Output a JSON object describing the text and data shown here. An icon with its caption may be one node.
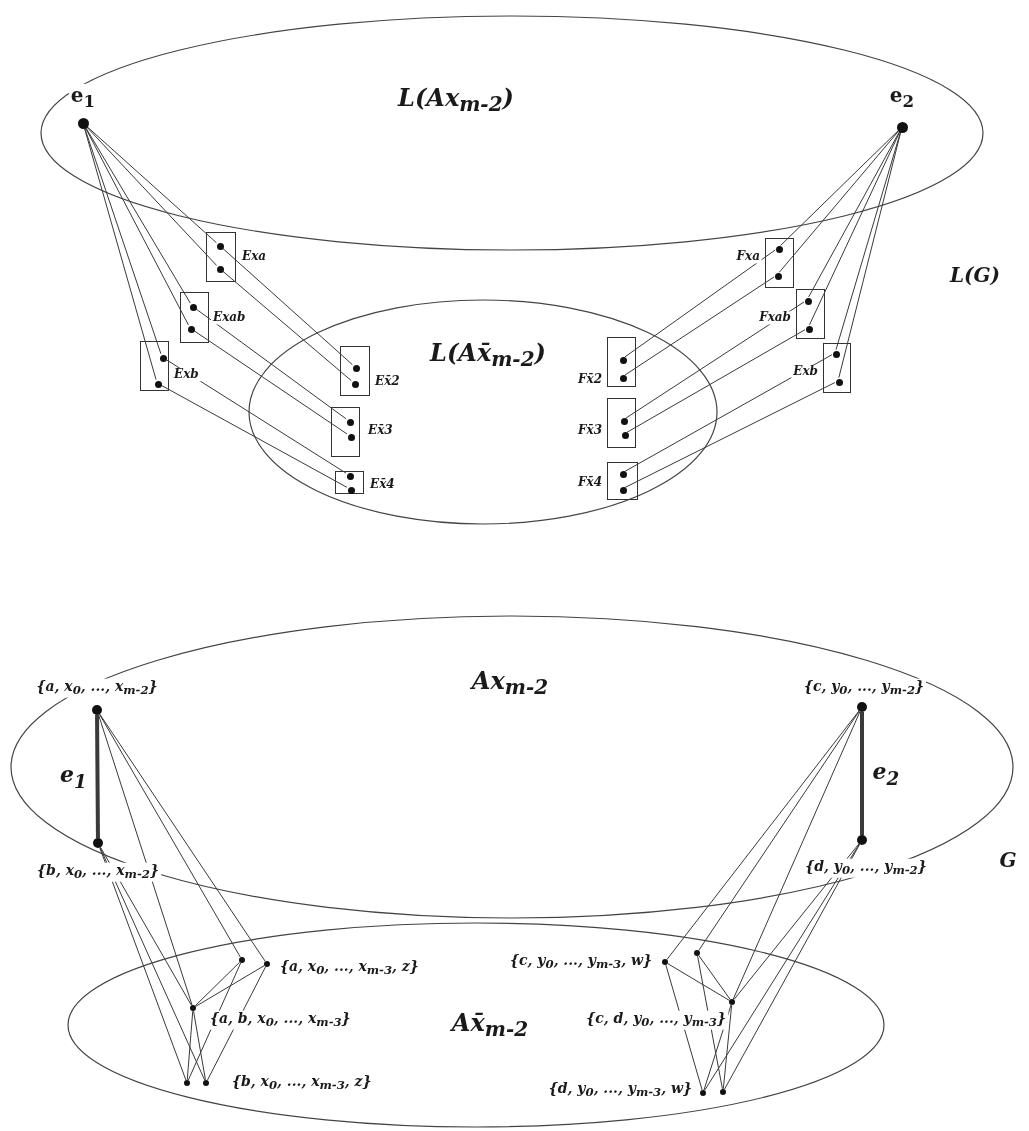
{
  "diagram": {
    "nodes": [
      {
        "text": [
          "L(Ax$_{m-2}$)"
        ]
      },
      {
        "text": [],
        "shape": "circle",
        "in": 0,
        "beside": [
          "e$_{1}$"
        ]
      },
      {
        "text": [],
        "shape": "circle",
        "in": 0,
        "beside": [
          "e$_{2}$"
        ]
      },
      {
        "text": [
          "Exa"
        ]
      },
      {
        "text": [],
        "shape": "circle",
        "in": 3
      },
      {
        "text": [],
        "shape": "circle",
        "in": 3
      },
      {
        "text": [
          "Exab"
        ]
      },
      {
        "text": [],
        "shape": "circle",
        "in": 6
      },
      {
        "text": [],
        "shape": "circle",
        "in": 6
      },
      {
        "text": [
          "Exb"
        ]
      },
      {
        "text": [],
        "shape": "circle",
        "in": 9
      },
      {
        "text": [],
        "shape": "circle",
        "in": 9
      },
      {
        "text": [
          "Fxa"
        ]
      },
      {
        "text": [],
        "shape": "circle",
        "in": 12
      },
      {
        "text": [],
        "shape": "circle",
        "in": 12
      },
      {
        "text": [
          "Fxab"
        ]
      },
      {
        "text": [],
        "shape": "circle",
        "in": 15
      },
      {
        "text": [],
        "shape": "circle",
        "in": 15
      },
      {
        "text": [
          "Exb"
        ]
      },
      {
        "text": [],
        "shape": "circle",
        "in": 18
      },
      {
        "text": [],
        "shape": "circle",
        "in": 18
      },
      {
        "text": [
          "L(Ax̄$_{m-2}$)"
        ]
      },
      {
        "text": [
          "Ex̄2"
        ],
        "in": 21
      },
      {
        "text": [],
        "shape": "circle",
        "in": 22
      },
      {
        "text": [],
        "shape": "circle",
        "in": 22
      },
      {
        "text": [
          "Ex̄3"
        ],
        "in": 21
      },
      {
        "text": [],
        "shape": "circle",
        "in": 25
      },
      {
        "text": [],
        "shape": "circle",
        "in": 25
      },
      {
        "text": [
          "Ex̄4"
        ],
        "in": 21
      },
      {
        "text": [],
        "shape": "circle",
        "in": 28
      },
      {
        "text": [],
        "shape": "circle",
        "in": 28
      },
      {
        "text": [
          "Fx̄2"
        ],
        "in": 21
      },
      {
        "text": [],
        "shape": "circle",
        "in": 31
      },
      {
        "text": [],
        "shape": "circle",
        "in": 31
      },
      {
        "text": [
          "Fx̄3"
        ],
        "in": 21
      },
      {
        "text": [],
        "shape": "circle",
        "in": 34
      },
      {
        "text": [],
        "shape": "circle",
        "in": 34
      },
      {
        "text": [
          "Fx̄4"
        ],
        "in": 21
      },
      {
        "text": [],
        "shape": "circle",
        "in": 37
      },
      {
        "text": [],
        "shape": "circle",
        "in": 37
      },
      {
        "text": [
          "Ax$_{m-2}$"
        ]
      },
      {
        "text": [],
        "shape": "circle",
        "in": 40,
        "beside": [
          "{a, x$_{0}$, ..., x$_{m-2}$}"
        ]
      },
      {
        "text": [],
        "shape": "circle",
        "in": 40,
        "beside": [
          "{b, x$_{0}$, ..., x$_{m-2}$}"
        ]
      },
      {
        "text": [],
        "shape": "circle",
        "in": 40,
        "beside": [
          "{c, y$_{0}$, ..., y$_{m-2}$}"
        ]
      },
      {
        "text": [],
        "shape": "circle",
        "in": 40,
        "beside": [
          "{d, y$_{0}$, ..., y$_{m-2}$}"
        ]
      },
      {
        "text": [
          "Ax̄$_{m-2}$"
        ]
      },
      {
        "text": [],
        "shape": "circle",
        "in": 45
      },
      {
        "text": [],
        "shape": "circle",
        "in": 45,
        "beside": [
          "{a, x$_{0}$, ..., x$_{m-3}$, z}"
        ]
      },
      {
        "text": [],
        "shape": "circle",
        "in": 45,
        "beside": [
          "{a, b, x$_{0}$, ..., x$_{m-3}$}"
        ]
      },
      {
        "text": [],
        "shape": "circle",
        "in": 45
      },
      {
        "text": [],
        "shape": "circle",
        "in": 45,
        "beside": [
          "{b, x$_{0}$, ..., x$_{m-3}$, z}"
        ]
      },
      {
        "text": [],
        "shape": "circle",
        "in": 45,
        "beside": [
          "{c, y$_{0}$, ..., y$_{m-3}$, w}"
        ]
      },
      {
        "text": [],
        "shape": "circle",
        "in": 45
      },
      {
        "text": [],
        "shape": "circle",
        "in": 45,
        "beside": [
          "{c, d, y$_{0}$, ..., y$_{m-3}$}"
        ]
      },
      {
        "text": [],
        "shape": "circle",
        "in": 45,
        "beside": [
          "{d, y$_{0}$, ..., y$_{m-3}$, w}"
        ]
      },
      {
        "text": [],
        "shape": "circle",
        "in": 45
      }
    ],
    "edges": [
      {
        "from": 1,
        "to": 4,
        "arrow": "none"
      },
      {
        "from": 1,
        "to": 5,
        "arrow": "none"
      },
      {
        "from": 1,
        "to": 7,
        "arrow": "none"
      },
      {
        "from": 1,
        "to": 8,
        "arrow": "none"
      },
      {
        "from": 1,
        "to": 10,
        "arrow": "none"
      },
      {
        "from": 1,
        "to": 11,
        "arrow": "none"
      },
      {
        "from": 4,
        "to": 23,
        "arrow": "none"
      },
      {
        "from": 5,
        "to": 24,
        "arrow": "none"
      },
      {
        "from": 7,
        "to": 26,
        "arrow": "none"
      },
      {
        "from": 8,
        "to": 27,
        "arrow": "none"
      },
      {
        "from": 10,
        "to": 29,
        "arrow": "none"
      },
      {
        "from": 11,
        "to": 30,
        "arrow": "none"
      },
      {
        "from": 2,
        "to": 13,
        "arrow": "none"
      },
      {
        "from": 2,
        "to": 14,
        "arrow": "none"
      },
      {
        "from": 2,
        "to": 16,
        "arrow": "none"
      },
      {
        "from": 2,
        "to": 17,
        "arrow": "none"
      },
      {
        "from": 2,
        "to": 19,
        "arrow": "none"
      },
      {
        "from": 2,
        "to": 20,
        "arrow": "none"
      },
      {
        "from": 13,
        "to": 32,
        "arrow": "none"
      },
      {
        "from": 14,
        "to": 33,
        "arrow": "none"
      },
      {
        "from": 16,
        "to": 35,
        "arrow": "none"
      },
      {
        "from": 17,
        "to": 36,
        "arrow": "none"
      },
      {
        "from": 19,
        "to": 38,
        "arrow": "none"
      },
      {
        "from": 20,
        "to": 39,
        "arrow": "none"
      },
      {
        "from": 41,
        "to": 42,
        "arrow": "none",
        "label": "e$_{1}$",
        "style": "thick"
      },
      {
        "from": 41,
        "to": 46,
        "arrow": "none"
      },
      {
        "from": 41,
        "to": 47,
        "arrow": "none"
      },
      {
        "from": 41,
        "to": 48,
        "arrow": "none"
      },
      {
        "from": 42,
        "to": 48,
        "arrow": "none"
      },
      {
        "from": 42,
        "to": 49,
        "arrow": "none"
      },
      {
        "from": 42,
        "to": 50,
        "arrow": "none"
      },
      {
        "from": 48,
        "to": 46,
        "arrow": "none"
      },
      {
        "from": 48,
        "to": 47,
        "arrow": "none"
      },
      {
        "from": 46,
        "to": 49,
        "arrow": "none"
      },
      {
        "from": 47,
        "to": 50,
        "arrow": "none"
      },
      {
        "from": 48,
        "to": 49,
        "arrow": "none"
      },
      {
        "from": 48,
        "to": 50,
        "arrow": "none"
      },
      {
        "from": 43,
        "to": 44,
        "arrow": "none",
        "label": "e$_{2}$",
        "style": "thick"
      },
      {
        "from": 43,
        "to": 51,
        "arrow": "none"
      },
      {
        "from": 43,
        "to": 52,
        "arrow": "none"
      },
      {
        "from": 43,
        "to": 53,
        "arrow": "none"
      },
      {
        "from": 44,
        "to": 53,
        "arrow": "none"
      },
      {
        "from": 44,
        "to": 54,
        "arrow": "none"
      },
      {
        "from": 44,
        "to": 55,
        "arrow": "none"
      },
      {
        "from": 51,
        "to": 53,
        "arrow": "none"
      },
      {
        "from": 52,
        "to": 53,
        "arrow": "none"
      },
      {
        "from": 51,
        "to": 54,
        "arrow": "none"
      },
      {
        "from": 52,
        "to": 55,
        "arrow": "none"
      },
      {
        "from": 53,
        "to": 54,
        "arrow": "none"
      },
      {
        "from": 53,
        "to": 55,
        "arrow": "none"
      }
    ],
    "labels": [
      "L(G)",
      "G"
    ]
  }
}
